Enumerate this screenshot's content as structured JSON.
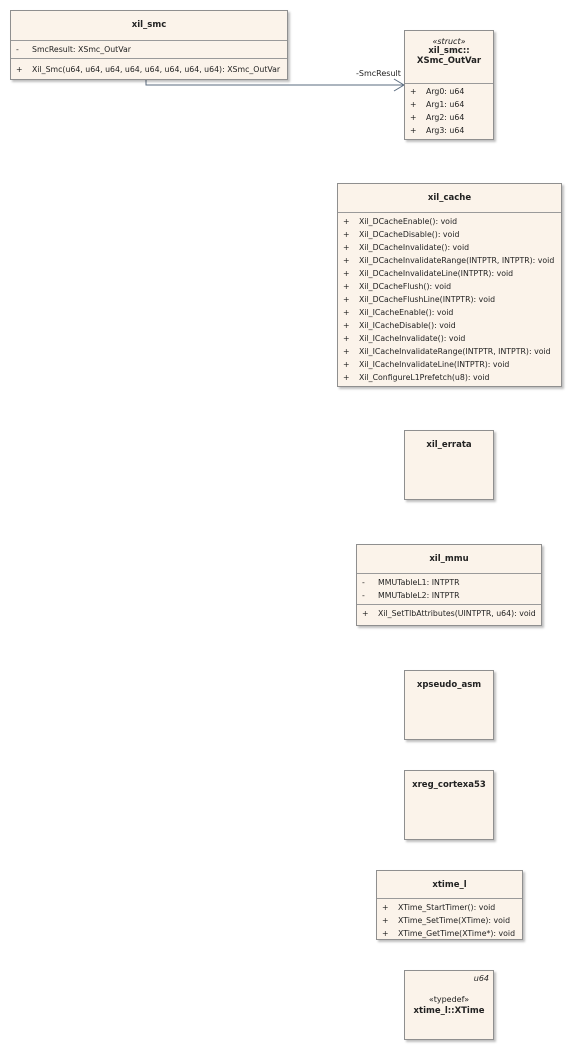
{
  "classes": {
    "xil_smc": {
      "name": "xil_smc",
      "attributes": [
        {
          "vis": "-",
          "text": "SmcResult: XSmc_OutVar"
        }
      ],
      "operations": [
        {
          "vis": "+",
          "text": "Xil_Smc(u64, u64, u64, u64, u64, u64, u64, u64): XSmc_OutVar"
        }
      ]
    },
    "xsmc_outvar": {
      "stereotype": "«struct»",
      "name_line1": "xil_smc::",
      "name_line2": "XSmc_OutVar",
      "attributes": [
        {
          "vis": "+",
          "text": "Arg0: u64"
        },
        {
          "vis": "+",
          "text": "Arg1: u64"
        },
        {
          "vis": "+",
          "text": "Arg2: u64"
        },
        {
          "vis": "+",
          "text": "Arg3: u64"
        }
      ]
    },
    "xil_cache": {
      "name": "xil_cache",
      "operations": [
        {
          "vis": "+",
          "text": "Xil_DCacheEnable(): void"
        },
        {
          "vis": "+",
          "text": "Xil_DCacheDisable(): void"
        },
        {
          "vis": "+",
          "text": "Xil_DCacheInvalidate(): void"
        },
        {
          "vis": "+",
          "text": "Xil_DCacheInvalidateRange(INTPTR, INTPTR): void"
        },
        {
          "vis": "+",
          "text": "Xil_DCacheInvalidateLine(INTPTR): void"
        },
        {
          "vis": "+",
          "text": "Xil_DCacheFlush(): void"
        },
        {
          "vis": "+",
          "text": "Xil_DCacheFlushLine(INTPTR): void"
        },
        {
          "vis": "+",
          "text": "Xil_ICacheEnable(): void"
        },
        {
          "vis": "+",
          "text": "Xil_ICacheDisable(): void"
        },
        {
          "vis": "+",
          "text": "Xil_ICacheInvalidate(): void"
        },
        {
          "vis": "+",
          "text": "Xil_ICacheInvalidateRange(INTPTR, INTPTR): void"
        },
        {
          "vis": "+",
          "text": "Xil_ICacheInvalidateLine(INTPTR): void"
        },
        {
          "vis": "+",
          "text": "Xil_ConfigureL1Prefetch(u8): void"
        }
      ]
    },
    "xil_errata": {
      "name": "xil_errata"
    },
    "xil_mmu": {
      "name": "xil_mmu",
      "attributes": [
        {
          "vis": "-",
          "text": "MMUTableL1: INTPTR"
        },
        {
          "vis": "-",
          "text": "MMUTableL2: INTPTR"
        }
      ],
      "operations": [
        {
          "vis": "+",
          "text": "Xil_SetTlbAttributes(UINTPTR, u64): void"
        }
      ]
    },
    "xpseudo_asm": {
      "name": "xpseudo_asm"
    },
    "xreg_cortexa53": {
      "name": "xreg_cortexa53"
    },
    "xtime_l": {
      "name": "xtime_l",
      "operations": [
        {
          "vis": "+",
          "text": "XTime_StartTimer(): void"
        },
        {
          "vis": "+",
          "text": "XTime_SetTime(XTime): void"
        },
        {
          "vis": "+",
          "text": "XTime_GetTime(XTime*): void"
        }
      ]
    },
    "xtime_typedef": {
      "base_type": "u64",
      "stereotype": "«typedef»",
      "name": "xtime_l::XTime"
    }
  },
  "associations": [
    {
      "from": "xil_smc",
      "to": "xsmc_outvar",
      "role": "-SmcResult",
      "arrow": "open"
    }
  ]
}
